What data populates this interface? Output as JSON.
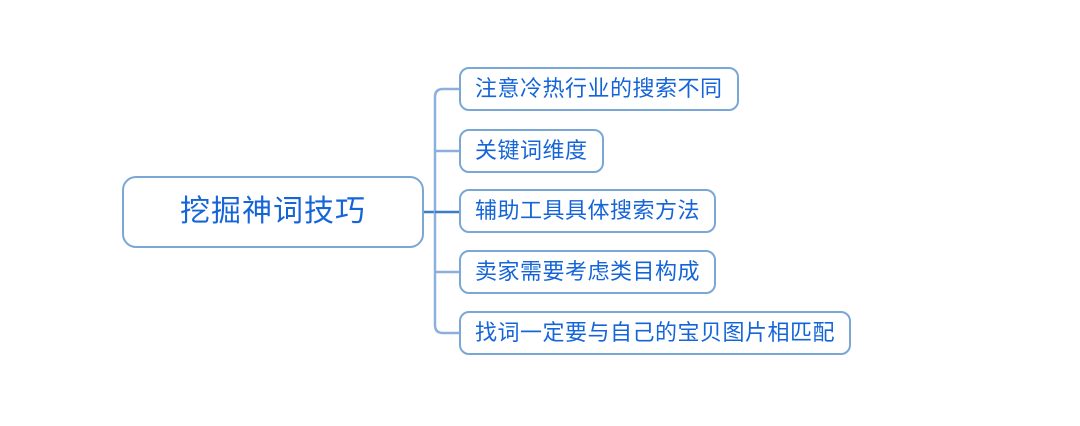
{
  "diagram": {
    "type": "mind-map",
    "orientation": "left-to-right",
    "background_color": "#ffffff",
    "node_border_color": "#7ba7d7",
    "node_text_color": "#1565d8",
    "trunk_line_color": "#8cb0dd",
    "branch_line_color": "#3b7cc4",
    "root": {
      "label": "挖掘神词技巧"
    },
    "branches": [
      {
        "label": "注意冷热行业的搜索不同"
      },
      {
        "label": "关键词维度"
      },
      {
        "label": "辅助工具具体搜索方法"
      },
      {
        "label": "卖家需要考虑类目构成"
      },
      {
        "label": "找词一定要与自己的宝贝图片相匹配"
      }
    ]
  }
}
